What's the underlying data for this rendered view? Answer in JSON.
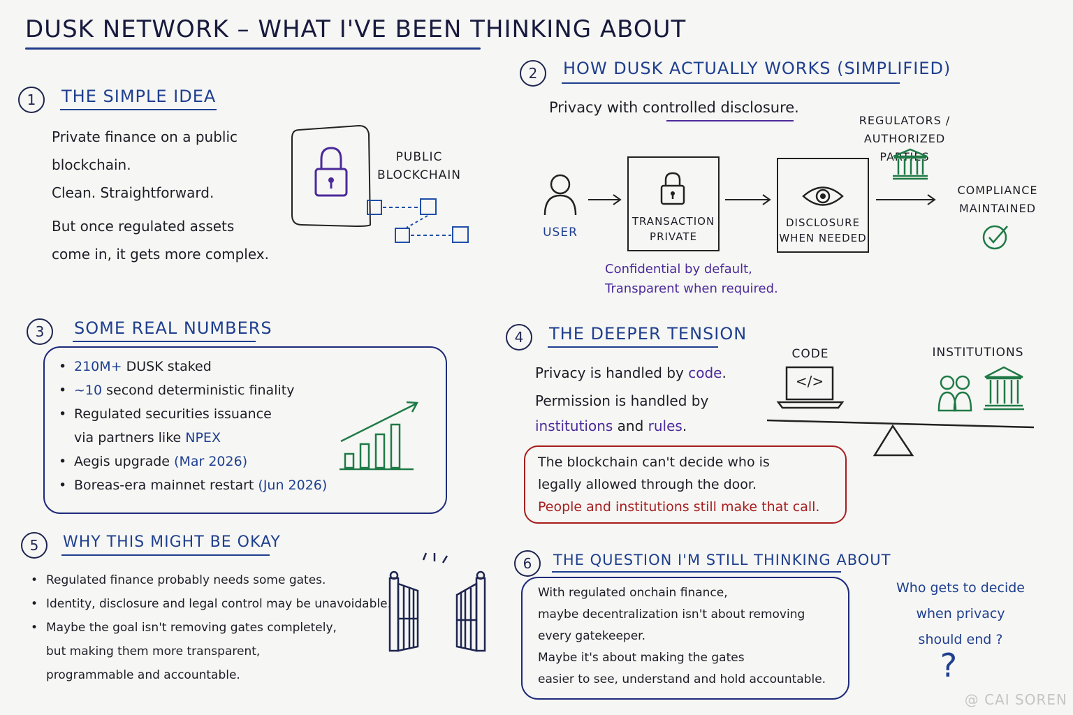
{
  "title": "DUSK NETWORK – WHAT I'VE BEEN THINKING ABOUT",
  "section1": {
    "number": "1",
    "heading": "THE SIMPLE IDEA",
    "lines": [
      "Private finance on a public",
      "blockchain.",
      "Clean. Straightforward.",
      "But once regulated assets",
      "come in, it gets more complex."
    ],
    "diagram_label_1": "PUBLIC",
    "diagram_label_2": "BLOCKCHAIN"
  },
  "section2": {
    "number": "2",
    "heading": "HOW DUSK ACTUALLY WORKS (SIMPLIFIED)",
    "tagline": "Privacy with controlled disclosure.",
    "user_label": "USER",
    "box1_line1": "TRANSACTION",
    "box1_line2": "PRIVATE",
    "box2_line1": "DISCLOSURE",
    "box2_line2": "WHEN NEEDED",
    "regulators_line1": "REGULATORS /",
    "regulators_line2": "AUTHORIZED PARTIES",
    "compliance_line1": "COMPLIANCE",
    "compliance_line2": "MAINTAINED",
    "note_line1": "Confidential by default,",
    "note_line2": "Transparent when required."
  },
  "section3": {
    "number": "3",
    "heading": "SOME REAL NUMBERS",
    "items": [
      {
        "pre": "",
        "hl": "210M+",
        "post": " DUSK staked"
      },
      {
        "pre": "",
        "hl": "~10",
        "post": " second deterministic finality"
      },
      {
        "pre": "Regulated securities issuance",
        "hl": "",
        "post": ""
      },
      {
        "pre": "via partners like ",
        "hl": "NPEX",
        "post": ""
      },
      {
        "pre": "Aegis upgrade ",
        "hl": "(Mar 2026)",
        "post": ""
      },
      {
        "pre": "Boreas-era mainnet restart ",
        "hl": "(Jun 2026)",
        "post": ""
      }
    ]
  },
  "section4": {
    "number": "4",
    "heading": "THE DEEPER TENSION",
    "line1_pre": "Privacy is handled by ",
    "line1_hl": "code",
    "line1_post": ".",
    "line2": "Permission is handled by",
    "line3_a": "institutions",
    "line3_mid": " and ",
    "line3_b": "rules",
    "line3_post": ".",
    "code_label": "CODE",
    "code_glyph": "</>",
    "institutions_label": "INSTITUTIONS",
    "box_line1": "The blockchain can't decide who is",
    "box_line2": "legally allowed through the door.",
    "box_line3": "People and institutions still make that call."
  },
  "section5": {
    "number": "5",
    "heading": "WHY THIS MIGHT BE OKAY",
    "items": [
      "Regulated finance probably needs some gates.",
      "Identity, disclosure and legal control may be unavoidable.",
      "Maybe the goal isn't removing gates completely,",
      "but making them more transparent,",
      "programmable and accountable."
    ]
  },
  "section6": {
    "number": "6",
    "heading": "THE QUESTION I'M STILL THINKING ABOUT",
    "lines": [
      "With regulated onchain finance,",
      "maybe decentralization isn't about removing",
      "every gatekeeper.",
      "Maybe it's about making the gates",
      "easier to see, understand and hold accountable."
    ],
    "side_line1": "Who gets to decide",
    "side_line2": "when privacy",
    "side_line3": "should end ?",
    "question_mark": "?"
  },
  "watermark": "@ CAI SOREN",
  "colors": {
    "blue": "#1f3f8f",
    "purple": "#4b2a9a",
    "green": "#1f7a46",
    "red": "#a51e1e"
  }
}
